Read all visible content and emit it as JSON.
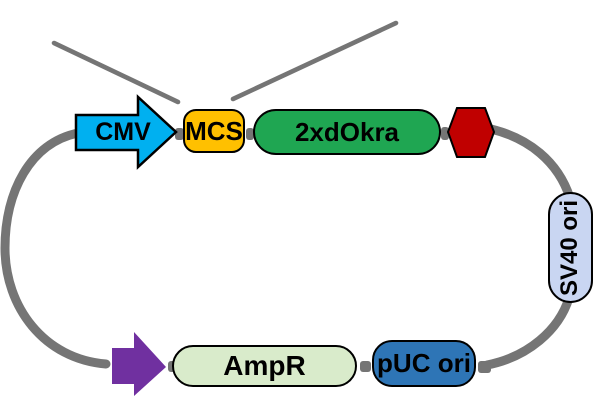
{
  "plasmid": {
    "backbone_color": "#757575",
    "features": {
      "cmv_promoter": {
        "label": "CMV",
        "fill": "#00B0F0"
      },
      "mcs": {
        "label": "MCS",
        "fill": "#FFC000"
      },
      "gene": {
        "label": "2xdOkra",
        "fill": "#1FA652"
      },
      "terminator": {
        "fill": "#C00000"
      },
      "sv40_ori": {
        "label": "SV40 ori",
        "fill": "#C9D6F2"
      },
      "puc_ori": {
        "label": "pUC ori",
        "fill": "#2E75B6"
      },
      "ampr": {
        "label": "AmpR",
        "fill": "#D9EBCB"
      },
      "ampr_promoter": {
        "fill": "#7030A0"
      }
    }
  }
}
